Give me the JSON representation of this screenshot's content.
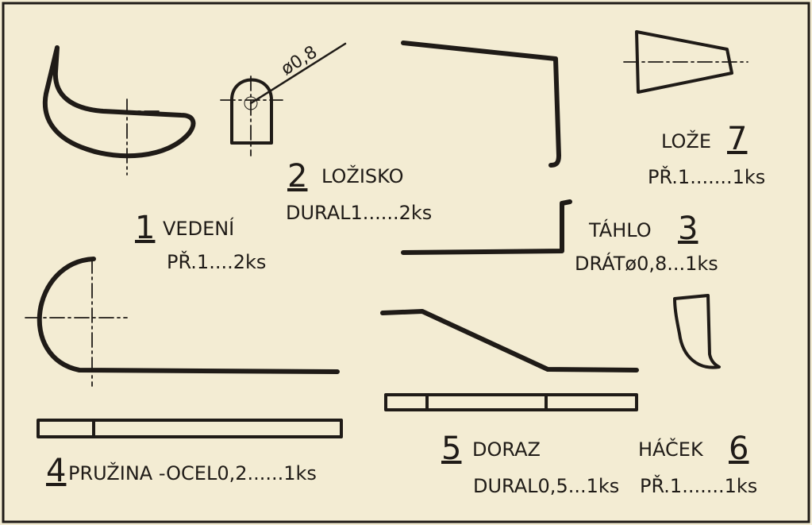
{
  "colors": {
    "paper": "#f3ecd3",
    "ink": "#1f1b17"
  },
  "parts": [
    {
      "number": "1",
      "name": "VEDENÍ",
      "spec": "PŘ.1....2ks"
    },
    {
      "number": "2",
      "name": "LOŽISKO",
      "spec": "DURAL1......2ks",
      "dimension": "ø0,8"
    },
    {
      "number": "3",
      "name": "TÁHLO",
      "spec": "DRÁTø0,8...1ks"
    },
    {
      "number": "4",
      "name": "PRUŽINA -OCEL0,2......1ks"
    },
    {
      "number": "5",
      "name": "DORAZ",
      "spec": "DURAL0,5...1ks"
    },
    {
      "number": "6",
      "name": "HÁČEK",
      "spec": "PŘ.1.......1ks"
    },
    {
      "number": "7",
      "name": "LOŽE",
      "spec": "PŘ.1.......1ks"
    }
  ]
}
